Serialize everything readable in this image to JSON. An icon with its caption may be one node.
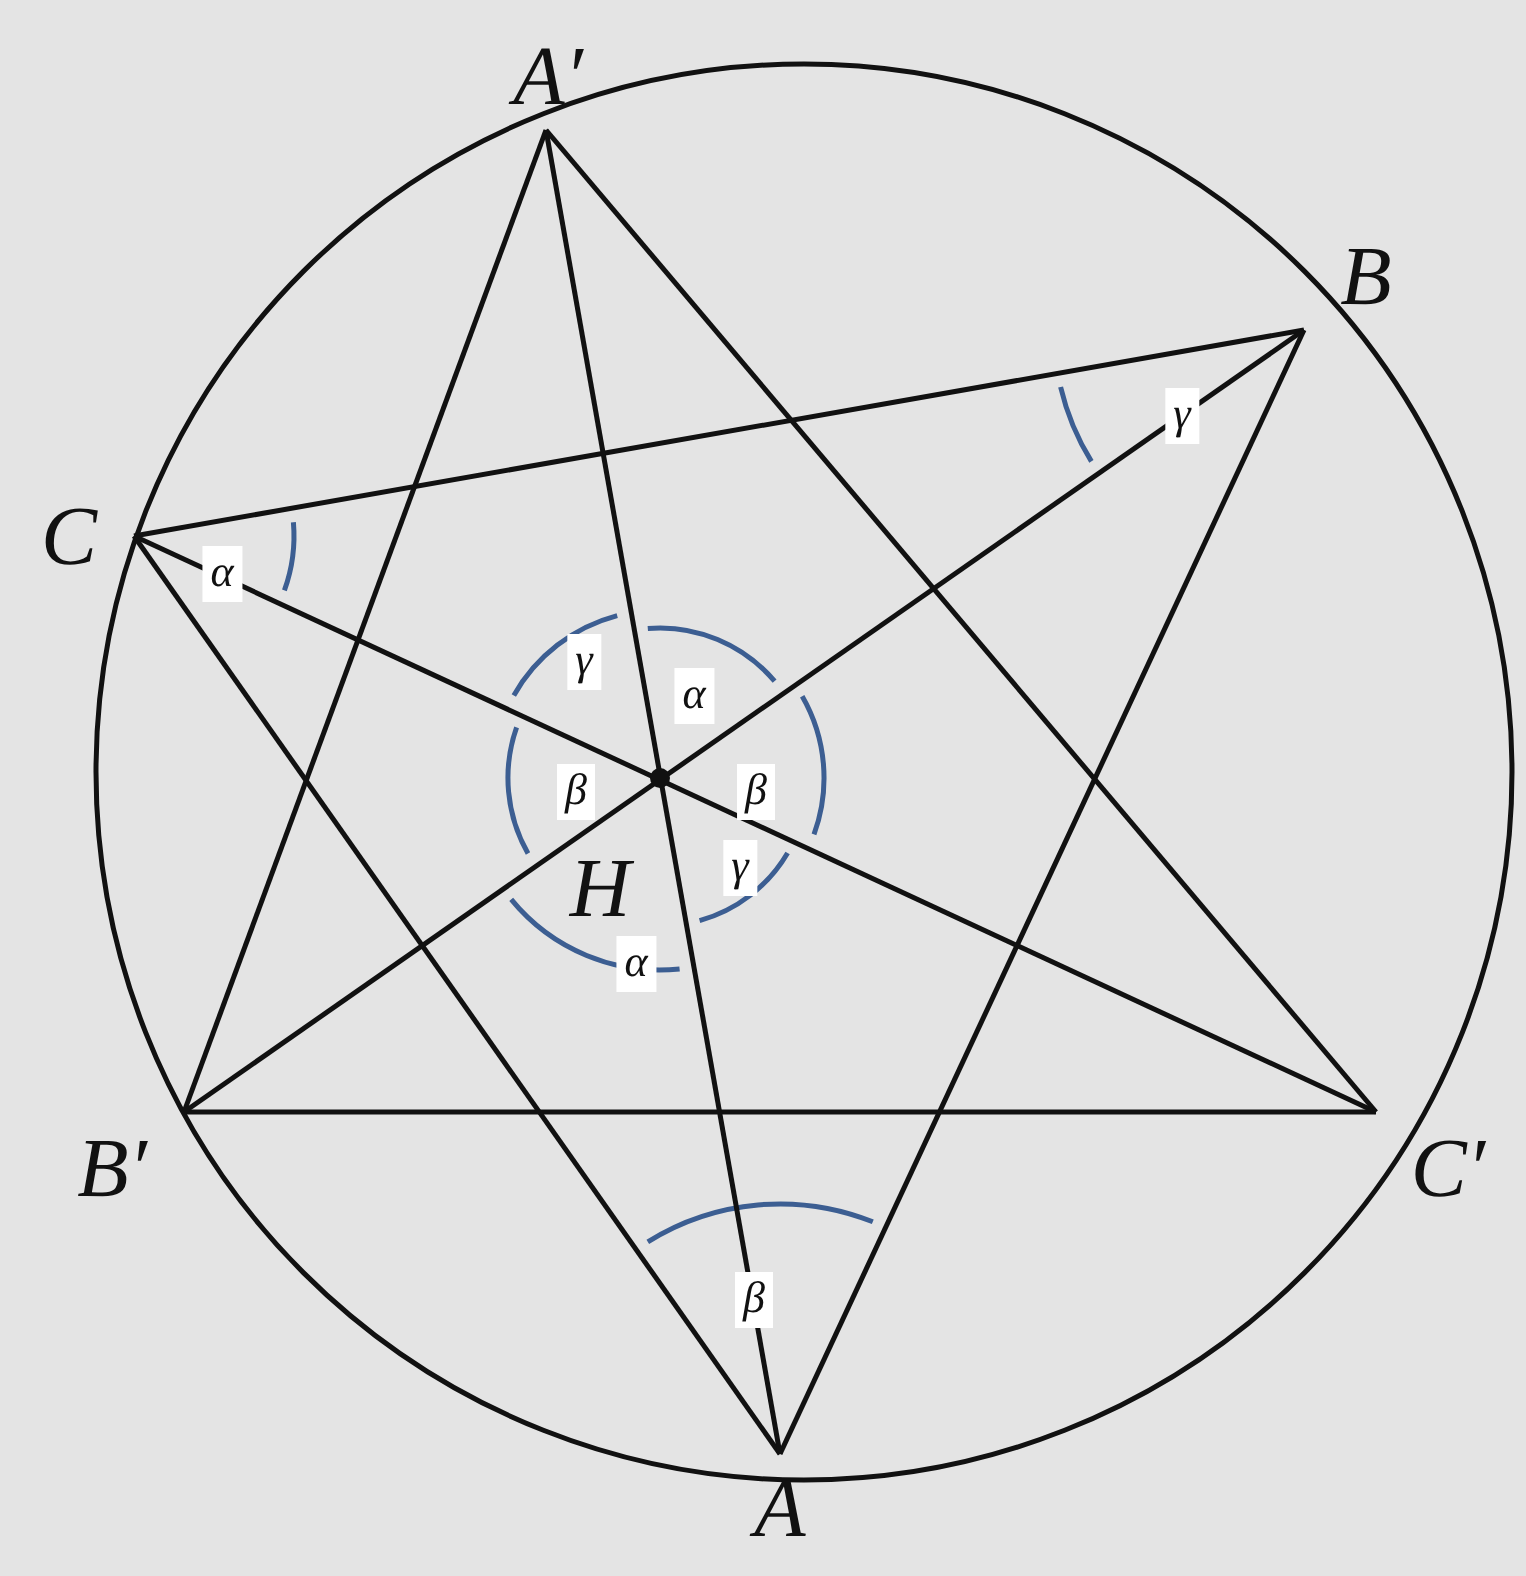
{
  "diagram": {
    "nodes": [
      {
        "text": [
          "A′"
        ]
      },
      {
        "text": [
          "B"
        ]
      },
      {
        "text": [
          "C"
        ]
      },
      {
        "text": [
          "B′"
        ]
      },
      {
        "text": [
          "C′"
        ]
      },
      {
        "text": [
          "A"
        ]
      },
      {
        "text": [
          "H"
        ]
      }
    ],
    "edges": [
      {
        "from": 2,
        "to": 1,
        "arrow": "none"
      },
      {
        "from": 2,
        "to": 5,
        "arrow": "none"
      },
      {
        "from": 1,
        "to": 5,
        "arrow": "none"
      },
      {
        "from": 0,
        "to": 3,
        "arrow": "none"
      },
      {
        "from": 0,
        "to": 4,
        "arrow": "none"
      },
      {
        "from": 3,
        "to": 4,
        "arrow": "none"
      },
      {
        "from": 5,
        "to": 0,
        "arrow": "none"
      },
      {
        "from": 1,
        "to": 3,
        "arrow": "none"
      },
      {
        "from": 2,
        "to": 4,
        "arrow": "none"
      }
    ],
    "labels": [
      "γ",
      "α",
      "γ",
      "α",
      "β",
      "β",
      "γ",
      "α",
      "β"
    ]
  }
}
